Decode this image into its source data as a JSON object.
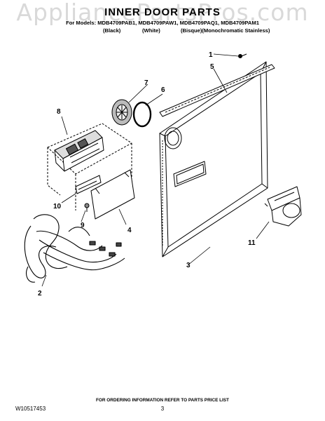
{
  "watermark": "AppliancePartsPros.com",
  "title": "INNER DOOR PARTS",
  "models_line": "For Models: MDB4709PAB1, MDB4709PAW1, MDB4709PAQ1, MDB4709PAM1",
  "colors": {
    "black": "(Black)",
    "white": "(White)",
    "bisque": "(Bisque)(Monochromatic Stainless)"
  },
  "callouts": [
    "1",
    "2",
    "3",
    "4",
    "5",
    "6",
    "7",
    "8",
    "9",
    "10",
    "11"
  ],
  "footer": "FOR ORDERING INFORMATION REFER TO PARTS PRICE LIST",
  "doc_number": "W10517453",
  "page_number": "3"
}
